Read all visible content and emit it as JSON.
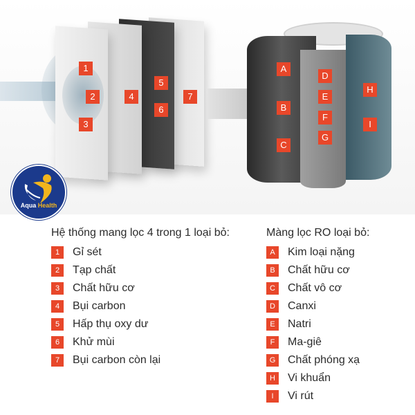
{
  "brand": {
    "name_part1": "Aqua",
    "name_part2": "Health",
    "primary_color": "#1b3a8c",
    "accent_color": "#f2b51d"
  },
  "colors": {
    "badge": "#e8472a"
  },
  "illustration": {
    "filter_4in1_markers": [
      "1",
      "2",
      "3",
      "4",
      "5",
      "6",
      "7"
    ],
    "ro_membrane_markers": [
      "A",
      "B",
      "C",
      "D",
      "E",
      "F",
      "G",
      "H",
      "I"
    ]
  },
  "legend_4in1": {
    "title": "Hệ thống mang lọc 4 trong 1 loại bỏ:",
    "items": [
      {
        "key": "1",
        "label": "Gỉ sét"
      },
      {
        "key": "2",
        "label": "Tạp chất"
      },
      {
        "key": "3",
        "label": "Chất hữu cơ"
      },
      {
        "key": "4",
        "label": "Bụi carbon"
      },
      {
        "key": "5",
        "label": "Hấp thụ oxy dư"
      },
      {
        "key": "6",
        "label": "Khử mùi"
      },
      {
        "key": "7",
        "label": "Bụi carbon còn lại"
      }
    ]
  },
  "legend_ro": {
    "title": "Màng lọc RO loại bỏ:",
    "items": [
      {
        "key": "A",
        "label": "Kim loại nặng"
      },
      {
        "key": "B",
        "label": "Chất hữu cơ"
      },
      {
        "key": "C",
        "label": "Chất vô cơ"
      },
      {
        "key": "D",
        "label": "Canxi"
      },
      {
        "key": "E",
        "label": "Natri"
      },
      {
        "key": "F",
        "label": "Ma-giê"
      },
      {
        "key": "G",
        "label": "Chất phóng xạ"
      },
      {
        "key": "H",
        "label": "Vi khuẩn"
      },
      {
        "key": "I",
        "label": "Vi rút"
      }
    ]
  }
}
